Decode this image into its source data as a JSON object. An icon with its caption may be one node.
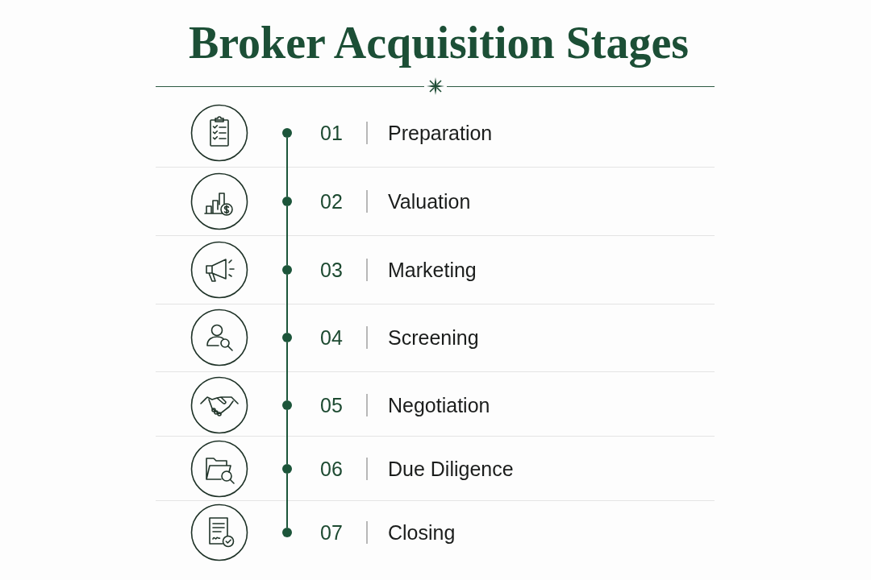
{
  "diagram": {
    "title": "Broker Acquisition Stages",
    "nodes": [
      {
        "text": [],
        "shape": "circle",
        "beside": [
          "01",
          "Preparation"
        ]
      },
      {
        "text": [],
        "shape": "circle",
        "beside": [
          "02",
          "Valuation"
        ]
      },
      {
        "text": [],
        "shape": "circle",
        "beside": [
          "03",
          "Marketing"
        ]
      },
      {
        "text": [],
        "shape": "circle",
        "beside": [
          "04",
          "Screening"
        ]
      },
      {
        "text": [],
        "shape": "circle",
        "beside": [
          "05",
          "Negotiation"
        ]
      },
      {
        "text": [],
        "shape": "circle",
        "beside": [
          "06",
          "Due Diligence"
        ]
      },
      {
        "text": [],
        "shape": "circle",
        "beside": [
          "07",
          "Closing"
        ]
      }
    ],
    "edges": [
      {
        "from": 0,
        "to": 1,
        "arrow": "none"
      },
      {
        "from": 1,
        "to": 2,
        "arrow": "none"
      },
      {
        "from": 2,
        "to": 3,
        "arrow": "none"
      },
      {
        "from": 3,
        "to": 4,
        "arrow": "none"
      },
      {
        "from": 4,
        "to": 5,
        "arrow": "none"
      },
      {
        "from": 5,
        "to": 6,
        "arrow": "none"
      }
    ]
  }
}
